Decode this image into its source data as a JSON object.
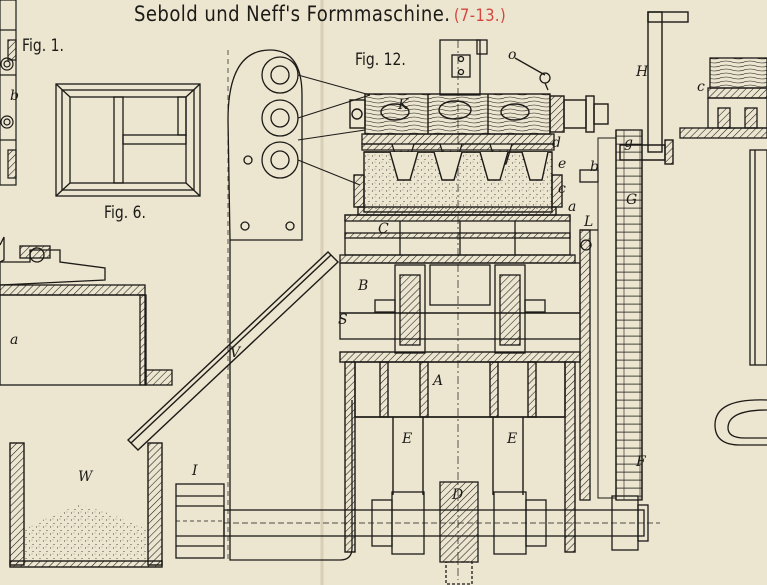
{
  "header": {
    "title": "Sebold und Neff's Formmaschine.",
    "plate_ref": "(7-13.)"
  },
  "figures": {
    "fig1": "Fig. 1.",
    "fig6": "Fig. 6.",
    "fig12": "Fig. 12."
  },
  "labels": {
    "b": "b",
    "a_left": "a",
    "W": "W",
    "I": "I",
    "V": "V",
    "K": "K",
    "o": "o",
    "d": "d",
    "e": "e",
    "c": "c",
    "a_right": "a",
    "C": "C",
    "L": "L",
    "B": "B",
    "S": "S",
    "A": "A",
    "E_left": "E",
    "E_right": "E",
    "D": "D",
    "F": "F",
    "H": "H",
    "c_right": "c",
    "g": "g",
    "G": "G",
    "b_right": "b"
  },
  "colors": {
    "paper": "#ece5d0",
    "ink": "#1c1a17",
    "plate_ref": "#d4463d"
  }
}
